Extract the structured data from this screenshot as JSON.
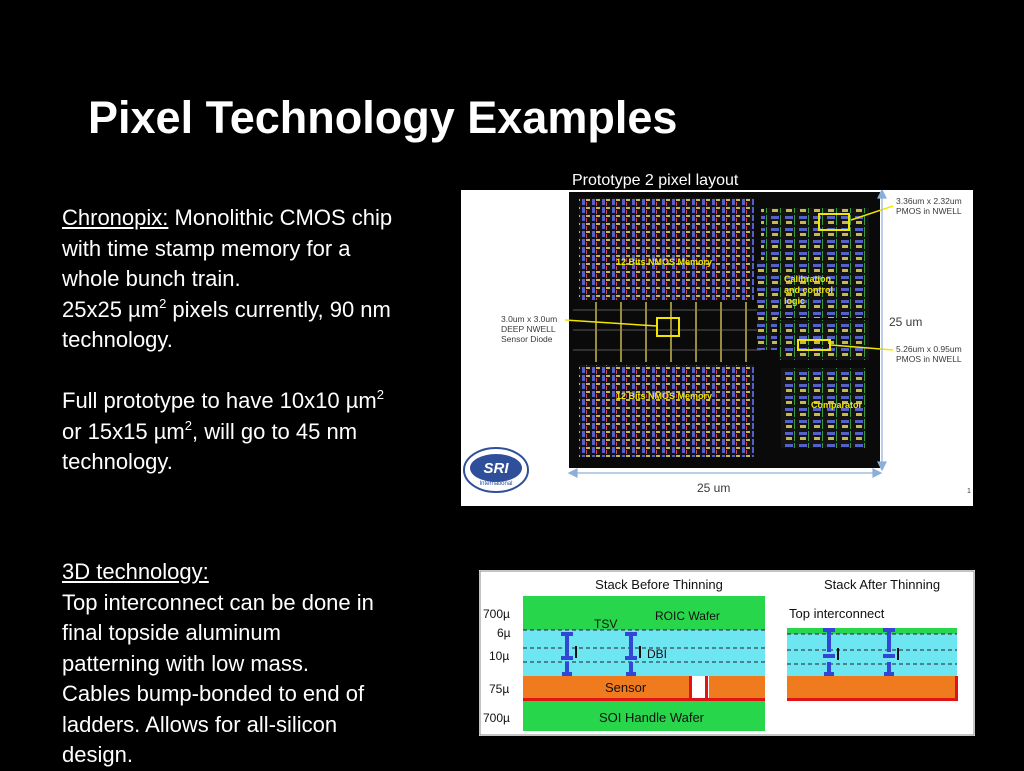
{
  "slide": {
    "title": "Pixel Technology Examples"
  },
  "chronopix": {
    "heading": "Chronopix:",
    "line1_rest": " Monolithic CMOS chip",
    "line2": "with time stamp memory for a",
    "line3": "whole bunch train.",
    "line4a": "25x25 µm",
    "line4sup": "2",
    "line4b": " pixels currently, 90 nm",
    "line5": "technology.",
    "line6a": "Full prototype to have 10x10 µm",
    "line6sup": "2",
    "line7a": "or 15x15 µm",
    "line7sup": "2",
    "line7b": ", will go to 45 nm",
    "line8": "technology."
  },
  "tech3d": {
    "heading": "3D technology:",
    "lines": [
      "Top interconnect can be done in",
      "final topside aluminum",
      "patterning with low mass.",
      "Cables bump-bonded to end of",
      "ladders. Allows for all-silicon",
      "design."
    ]
  },
  "layout_figure": {
    "caption": "Prototype 2 pixel layout",
    "label_pmos_top": [
      "3.36um x 2.32um",
      "PMOS in NWELL"
    ],
    "label_diode": [
      "3.0um x 3.0um",
      "DEEP NWELL",
      "Sensor Diode"
    ],
    "label_dim_right": "25 um",
    "label_pmos_bottom": [
      "5.26um x 0.95um",
      "PMOS in NWELL"
    ],
    "label_dim_bottom": "25 um",
    "label_memory_top": "12 Bits NMOS Memory",
    "label_memory_bottom": "12 Bits NMOS Memory",
    "label_calibration": [
      "Calibration",
      "and control",
      "logic"
    ],
    "label_comparator": "Comparator",
    "logo_text": "SRI",
    "logo_subtext": "International",
    "page_number": "1",
    "colors": {
      "chip_bg": "#0a0a0a",
      "metal": "#c9b84a",
      "poly": "#5560c8",
      "annot": "#f2e600"
    }
  },
  "stack_figure": {
    "title_before": "Stack Before Thinning",
    "title_after": "Stack After Thinning",
    "label_top_interconnect": "Top interconnect",
    "thickness_labels": [
      "700µ",
      "6µ",
      "10µ",
      "75µ",
      "700µ"
    ],
    "label_tsv": "TSV",
    "label_roic": "ROIC Wafer",
    "label_dbi": "DBI",
    "label_sensor": "Sensor",
    "label_handle": "SOI Handle Wafer",
    "colors": {
      "green": "#28d64b",
      "cyan": "#6ee6f2",
      "orange": "#f07a1e",
      "blue": "#3347d6",
      "red": "#e01414"
    }
  }
}
